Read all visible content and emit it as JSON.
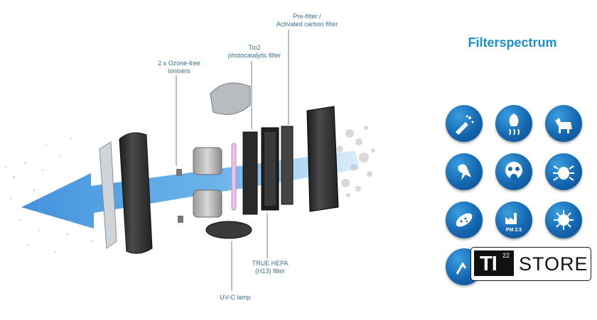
{
  "callouts": {
    "prefilter": "Pre-filter /\nActivated carbon filter",
    "tio2": "Tio2\nphotocatalytic filter",
    "ionisers": "2 x Ozone-free\nionisers",
    "hepa": "TRUE HEPA\n(H13) filter",
    "uvc": "UV-C lamp"
  },
  "sidebar": {
    "title": "Filterspectrum",
    "icons": [
      "dust-brush-icon",
      "smell-icon",
      "dog-icon",
      "bird-icon",
      "gas-mask-icon",
      "mite-icon",
      "bacteria-icon",
      "factory-pm25-icon",
      "virus-icon",
      "partial-icon"
    ],
    "pm_label": "PM 2.5"
  },
  "logo": {
    "ti": "TI",
    "sup": "22",
    "store": "STORE"
  },
  "colors": {
    "accent": "#1a8fcc",
    "icon_bg": "#1567b0",
    "callout": "#3d6f8f"
  }
}
